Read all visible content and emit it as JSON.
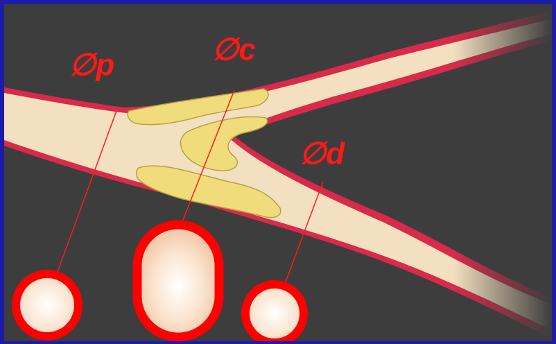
{
  "colors": {
    "background": "#3d3d3d",
    "frame": "#1c1ca8",
    "vessel_wall": "#d92a4a",
    "lumen": "#f3e0c0",
    "plaque": "#f0dc7a",
    "label": "#ff1a1a",
    "ring": "#ff0000"
  },
  "labels": {
    "proximal": {
      "symbol": "∅",
      "letter": "p"
    },
    "center": {
      "symbol": "∅",
      "letter": "c"
    },
    "distal": {
      "symbol": "∅",
      "letter": "d"
    }
  },
  "icons": [
    "proximal-cross-section-icon",
    "center-cross-section-icon",
    "distal-cross-section-icon"
  ]
}
